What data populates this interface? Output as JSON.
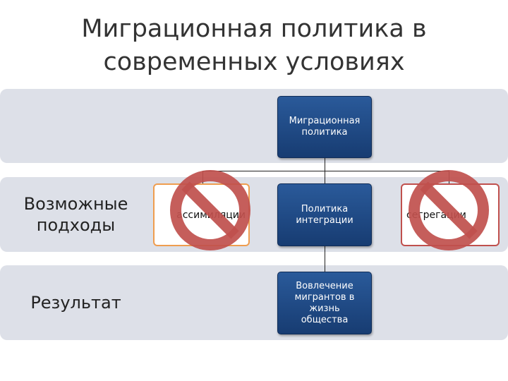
{
  "title": "Миграционная политика в современных условиях",
  "rows": [
    {
      "label": ""
    },
    {
      "label": "Возможные подходы"
    },
    {
      "label": "Результат"
    }
  ],
  "nodes": {
    "root": "Миграционная политика",
    "left_partial": "ассимиляции",
    "center": "Политика интеграции",
    "right_partial": "сегрегации",
    "result": "Вовлечение мигрантов в жизнь общества"
  },
  "colors": {
    "band": "#dde0e8",
    "node_blue": "#1f4a86",
    "border_orange": "#ef9d4f",
    "border_red": "#c0504d",
    "prohibition": "#c0504d"
  },
  "icons": {
    "left_overlay": "prohibition-icon",
    "right_overlay": "prohibition-icon"
  }
}
